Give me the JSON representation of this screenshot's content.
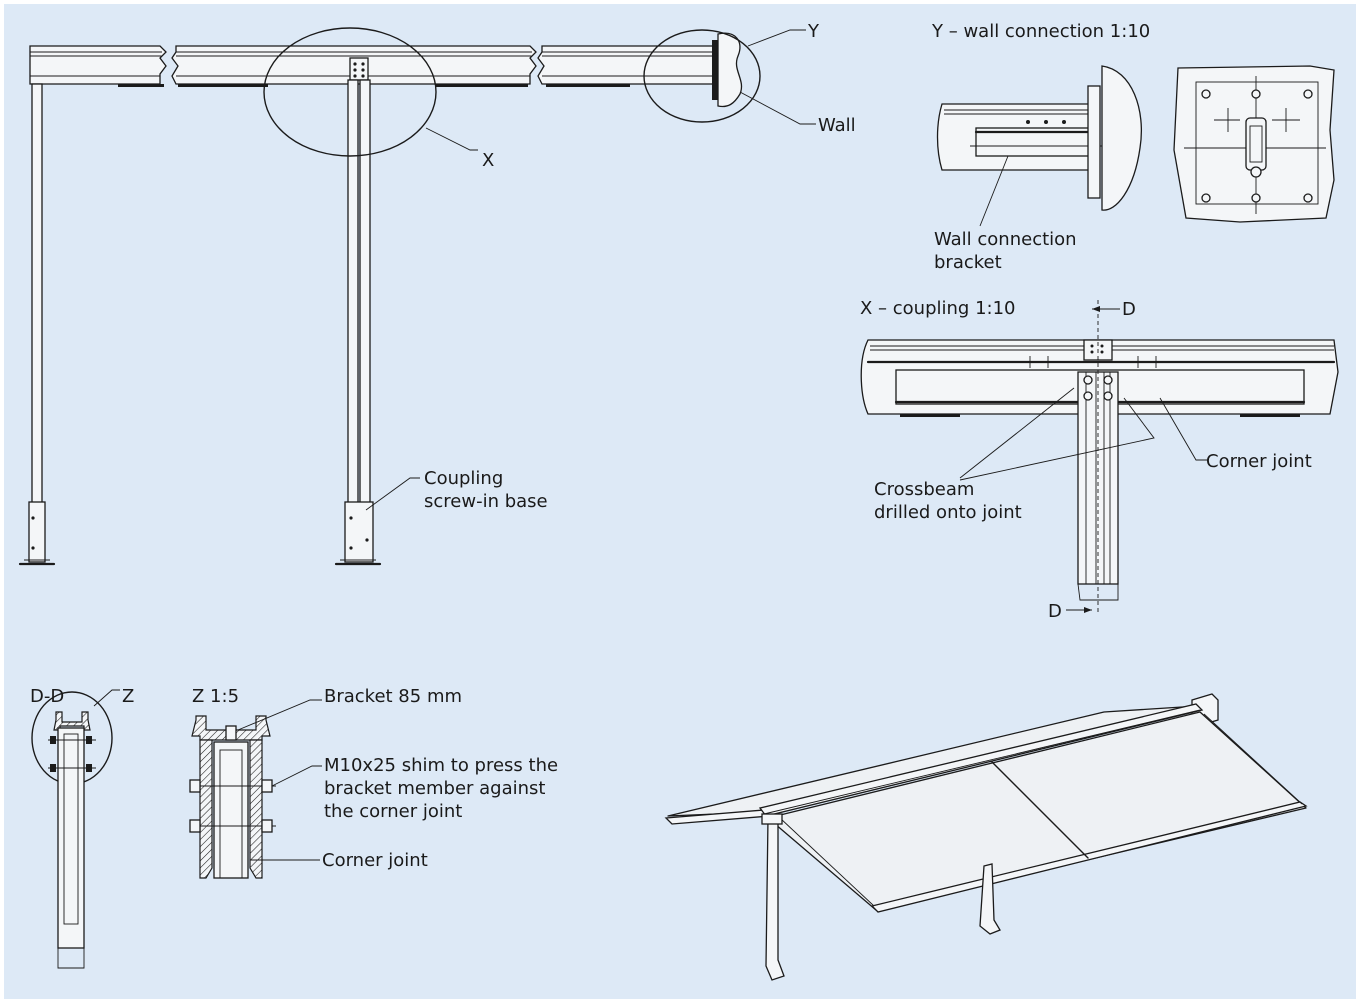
{
  "labels": {
    "y_marker": "Y",
    "wall": "Wall",
    "x_marker": "X",
    "coupling_base_line1": "Coupling",
    "coupling_base_line2": "screw-in base",
    "y_title": "Y – wall connection 1:10",
    "wall_bracket_line1": "Wall connection",
    "wall_bracket_line2": "bracket",
    "x_title": "X – coupling 1:10",
    "d_top": "D",
    "d_bottom": "D",
    "crossbeam_line1": "Crossbeam",
    "crossbeam_line2": "drilled onto joint",
    "corner_joint_x": "Corner joint",
    "dd_title": "D-D",
    "z_marker": "Z",
    "z_title": "Z 1:5",
    "bracket_85": "Bracket 85 mm",
    "shim_line1": "M10x25 shim to press the",
    "shim_line2": "bracket member against",
    "shim_line3": "the corner joint",
    "corner_joint_z": "Corner joint"
  },
  "colors": {
    "background": "#dde9f6",
    "line": "#1b1b1b"
  }
}
